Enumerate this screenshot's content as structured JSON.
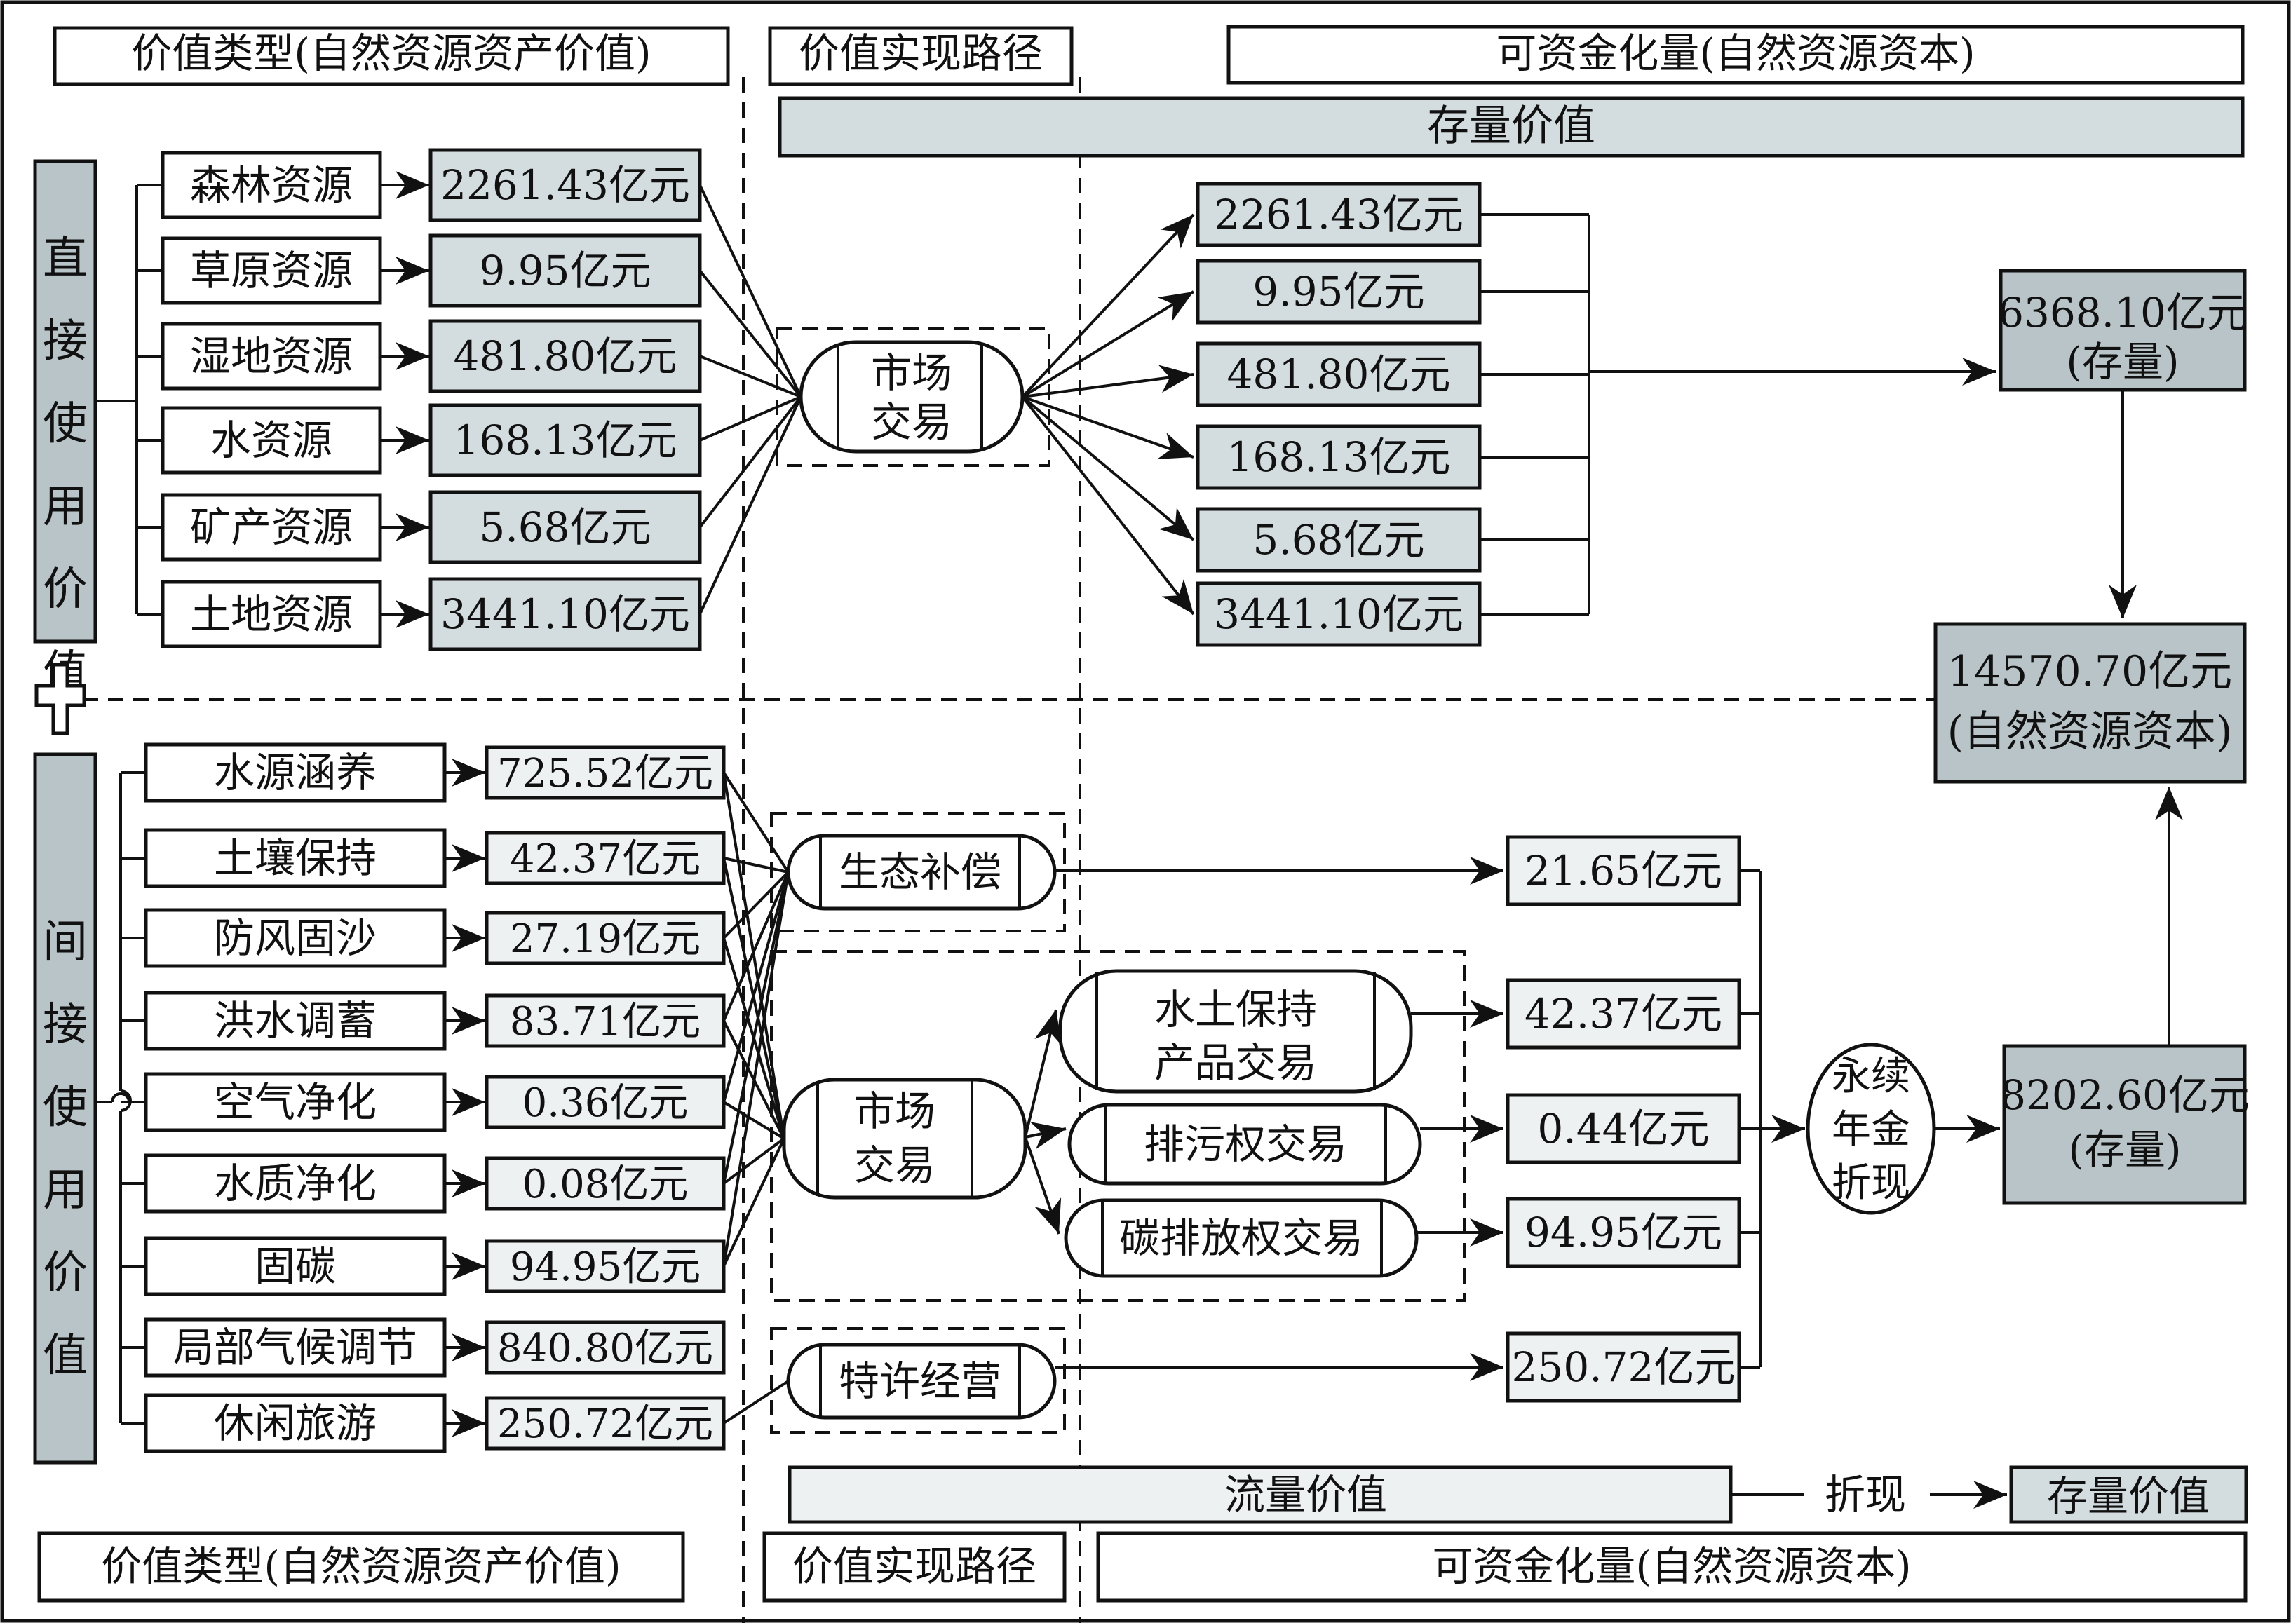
{
  "colors": {
    "light": "#d3dcdf",
    "dark": "#b8c4c7",
    "pale": "#eef1f2",
    "line": "#111111"
  },
  "headers_top": {
    "type": "价值类型(自然资源资产价值)",
    "path": "价值实现路径",
    "capital": "可资金化量(自然资源资本)"
  },
  "headers_bottom": {
    "type": "价值类型(自然资源资产价值)",
    "path": "价值实现路径",
    "capital": "可资金化量(自然资源资本)"
  },
  "stock_banner": "存量价值",
  "flow_banner": "流量价值",
  "discount_label": "折现",
  "stock_value_label": "存量价值",
  "direct": {
    "label": "直接使用价值",
    "items": [
      {
        "name": "森林资源",
        "value": "2261.43亿元"
      },
      {
        "name": "草原资源",
        "value": "9.95亿元"
      },
      {
        "name": "湿地资源",
        "value": "481.80亿元"
      },
      {
        "name": "水资源",
        "value": "168.13亿元"
      },
      {
        "name": "矿产资源",
        "value": "5.68亿元"
      },
      {
        "name": "土地资源",
        "value": "3441.10亿元"
      }
    ],
    "path": "市场交易",
    "outputs": [
      "2261.43亿元",
      "9.95亿元",
      "481.80亿元",
      "168.13亿元",
      "5.68亿元",
      "3441.10亿元"
    ],
    "total": "6368.10亿元",
    "total_note": "(存量)"
  },
  "plus_icon": "plus-icon",
  "grand_total": {
    "value": "14570.70亿元",
    "note": "(自然资源资本)"
  },
  "indirect": {
    "label": "间接使用价值",
    "items": [
      {
        "name": "水源涵养",
        "value": "725.52亿元"
      },
      {
        "name": "土壤保持",
        "value": "42.37亿元"
      },
      {
        "name": "防风固沙",
        "value": "27.19亿元"
      },
      {
        "name": "洪水调蓄",
        "value": "83.71亿元"
      },
      {
        "name": "空气净化",
        "value": "0.36亿元"
      },
      {
        "name": "水质净化",
        "value": "0.08亿元"
      },
      {
        "name": "固碳",
        "value": "94.95亿元"
      },
      {
        "name": "局部气候调节",
        "value": "840.80亿元"
      },
      {
        "name": "休闲旅游",
        "value": "250.72亿元"
      }
    ],
    "paths": {
      "eco": "生态补偿",
      "market": "市场交易",
      "franchise": "特许经营"
    },
    "sub_markets": [
      "水土保持产品交易",
      "排污权交易",
      "碳排放权交易"
    ],
    "outputs": [
      "21.65亿元",
      "42.37亿元",
      "0.44亿元",
      "94.95亿元",
      "250.72亿元"
    ],
    "annuity": [
      "永续",
      "年金",
      "折现"
    ],
    "total": "8202.60亿元",
    "total_note": "(存量)"
  }
}
